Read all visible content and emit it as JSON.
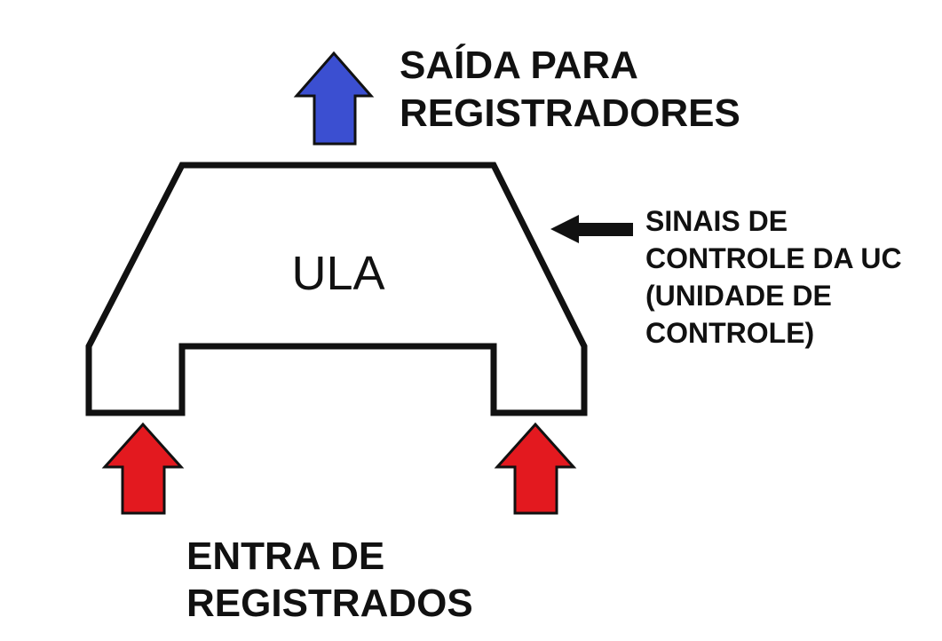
{
  "diagram": {
    "block_label": "ULA",
    "output_label": [
      "SAÍDA PARA",
      "REGISTRADORES"
    ],
    "control_label": [
      "SINAIS DE",
      "CONTROLE DA UC",
      "(UNIDADE DE",
      "CONTROLE)"
    ],
    "input_label": [
      "ENTRA DE",
      "REGISTRADOS"
    ]
  },
  "colors": {
    "output_arrow": "#3b4fd1",
    "input_arrow": "#e3191f",
    "control_arrow": "#111111",
    "outline": "#111111"
  }
}
